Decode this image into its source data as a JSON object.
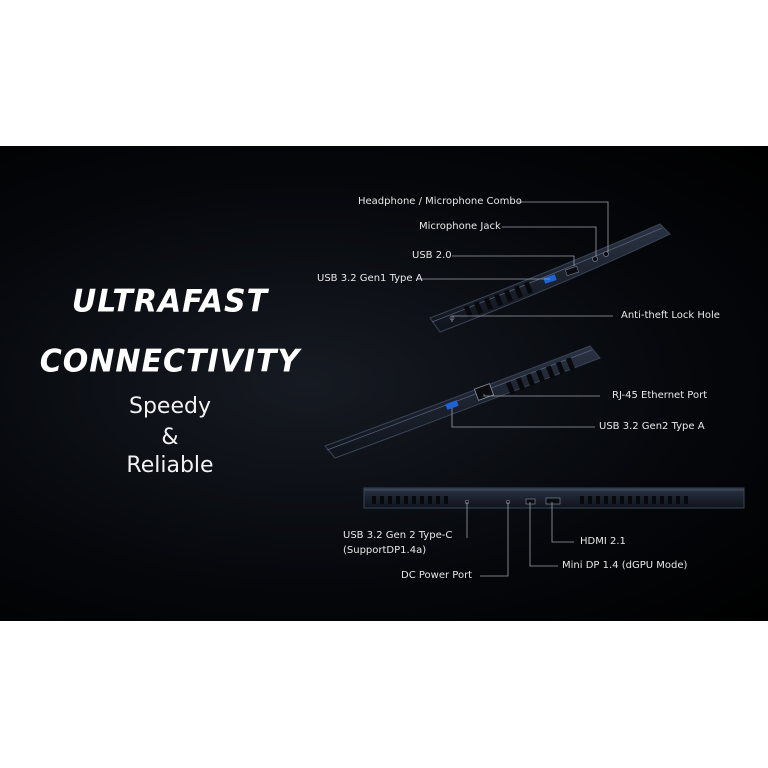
{
  "headline": {
    "line1": "ULTRAFAST",
    "line2": "CONNECTIVITY"
  },
  "subline": {
    "line1": "Speedy",
    "line2": "&",
    "line3": "Reliable"
  },
  "labels": {
    "headphone_mic_combo": "Headphone / Microphone Combo",
    "microphone_jack": "Microphone Jack",
    "usb20": "USB 2.0",
    "usb32_gen1_type_a": "USB 3.2 Gen1 Type A",
    "anti_theft_lock": "Anti-theft Lock Hole",
    "rj45": "RJ-45 Ethernet Port",
    "usb32_gen2_type_a": "USB 3.2 Gen2 Type A",
    "usb32_gen2_type_c": "USB 3.2 Gen 2 Type-C",
    "support_dp": "(SupportDP1.4a)",
    "dc_power": "DC Power Port",
    "hdmi": "HDMI 2.1",
    "mini_dp": "Mini DP 1.4 (dGPU Mode)"
  },
  "colors": {
    "background": "#000000",
    "laptop_body": "#1c2230",
    "leader_line": "#9aa0a8",
    "text": "#ffffff"
  }
}
